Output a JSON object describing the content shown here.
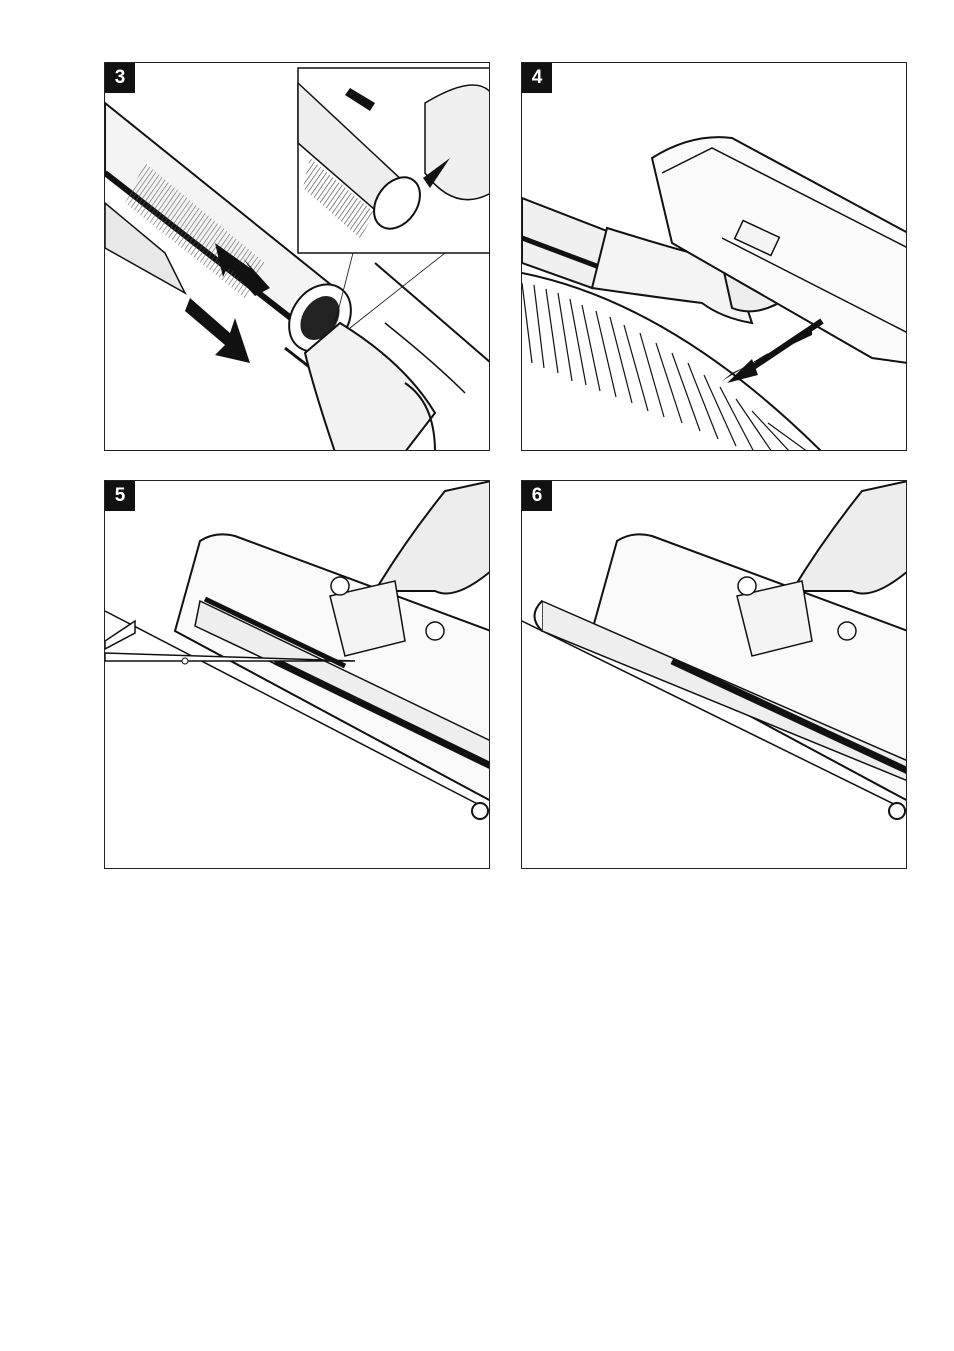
{
  "steps": [
    {
      "number": "3"
    },
    {
      "number": "4"
    },
    {
      "number": "5"
    },
    {
      "number": "6"
    }
  ]
}
